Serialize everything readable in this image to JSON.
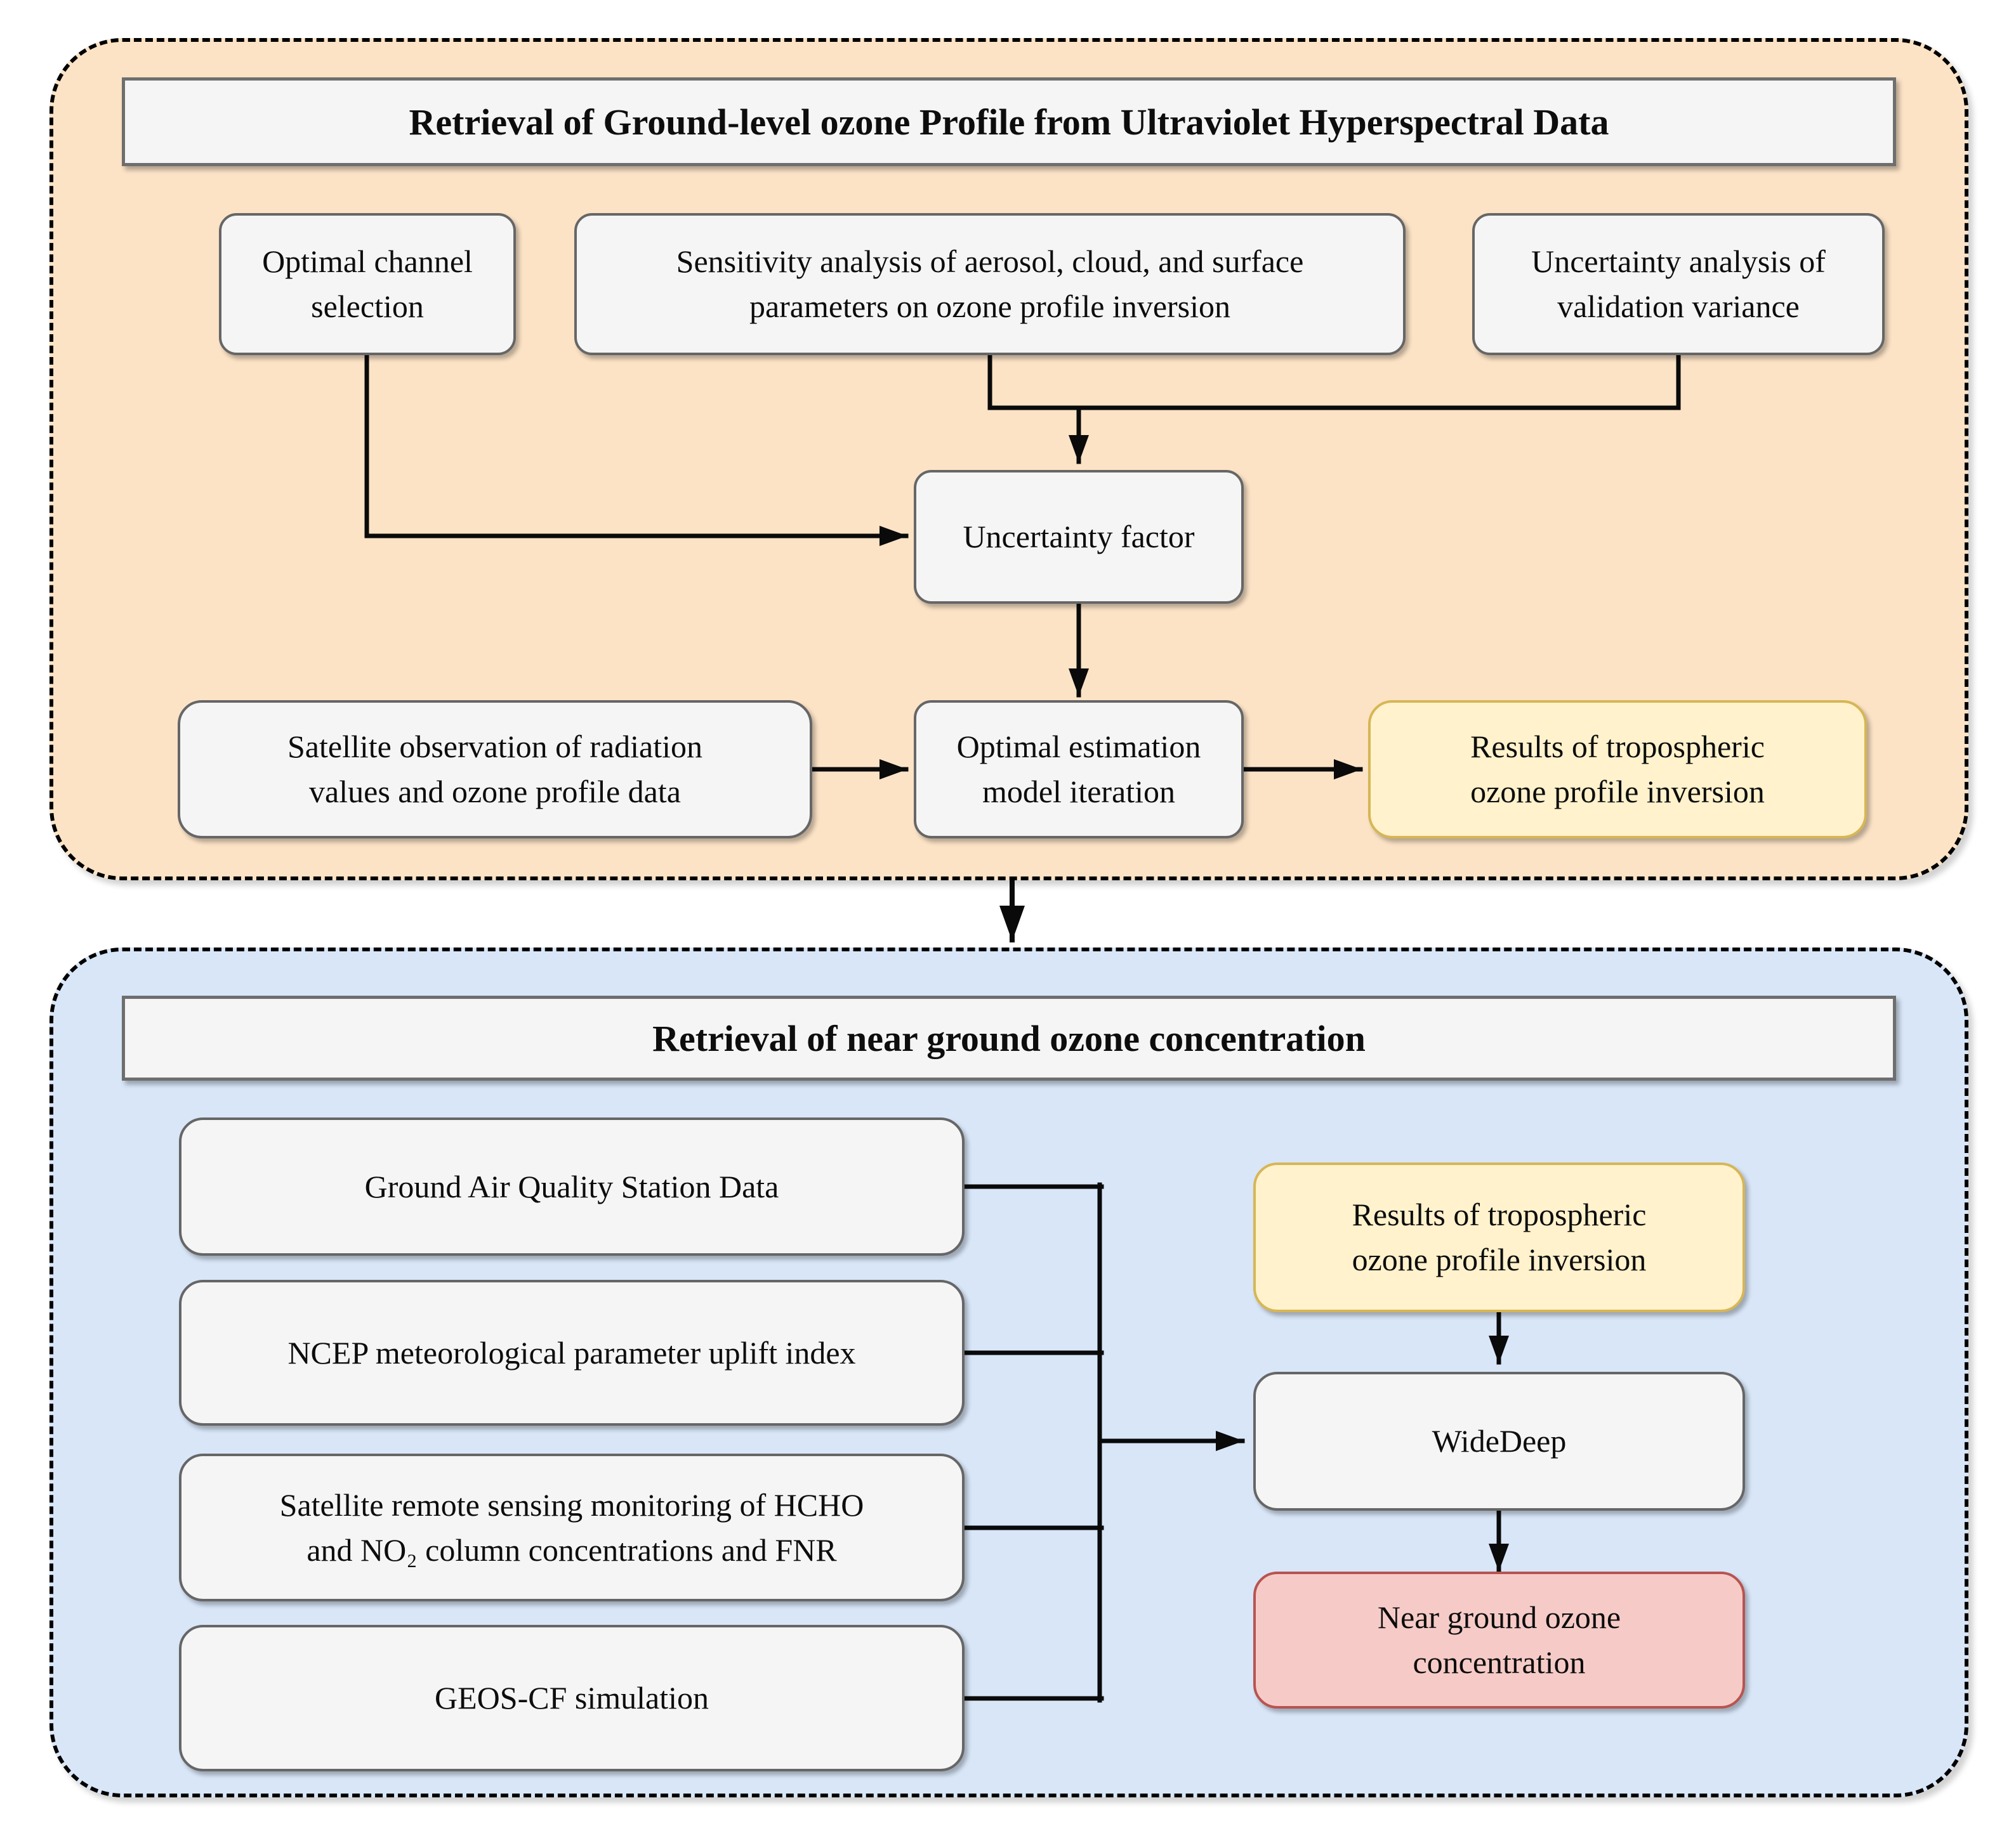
{
  "top_panel": {
    "title": "Retrieval of Ground-level ozone Profile from Ultraviolet Hyperspectral Data",
    "bg_color": "#FCE3C6",
    "boxes": {
      "optimal_channel": {
        "label": "Optimal channel\nselection"
      },
      "sensitivity": {
        "label": "Sensitivity analysis of aerosol, cloud, and surface\nparameters on ozone profile inversion"
      },
      "uncertainty_analysis": {
        "label": "Uncertainty analysis of\nvalidation variance"
      },
      "uncertainty_factor": {
        "label": "Uncertainty factor"
      },
      "satellite_observation": {
        "label": "Satellite observation of radiation\nvalues and ozone profile data"
      },
      "optimal_estimation": {
        "label": "Optimal estimation\nmodel iteration"
      },
      "results_inversion": {
        "label": "Results of tropospheric\nozone profile inversion"
      }
    }
  },
  "bottom_panel": {
    "title": "Retrieval of near ground ozone concentration",
    "bg_color": "#D8E6F8",
    "boxes": {
      "ground_station": {
        "label": "Ground Air Quality Station Data"
      },
      "ncep": {
        "label": "NCEP meteorological parameter uplift index"
      },
      "satellite_hcho": {
        "label": "Satellite remote sensing monitoring of HCHO\nand NO₂ column concentrations and FNR"
      },
      "geos_cf": {
        "label": "GEOS-CF simulation"
      },
      "results_inversion": {
        "label": "Results of tropospheric\nozone profile inversion"
      },
      "widedeep": {
        "label": "WideDeep"
      },
      "near_ground": {
        "label": "Near ground ozone\nconcentration"
      }
    }
  },
  "colors": {
    "node_fill": "#F5F5F5",
    "node_border": "#666666",
    "yellow_fill": "#FFF2CC",
    "yellow_border": "#D6B656",
    "red_fill": "#F6CBC7",
    "red_border": "#B85450",
    "connector": "#0A0A0A",
    "panel_border": "#000000"
  }
}
